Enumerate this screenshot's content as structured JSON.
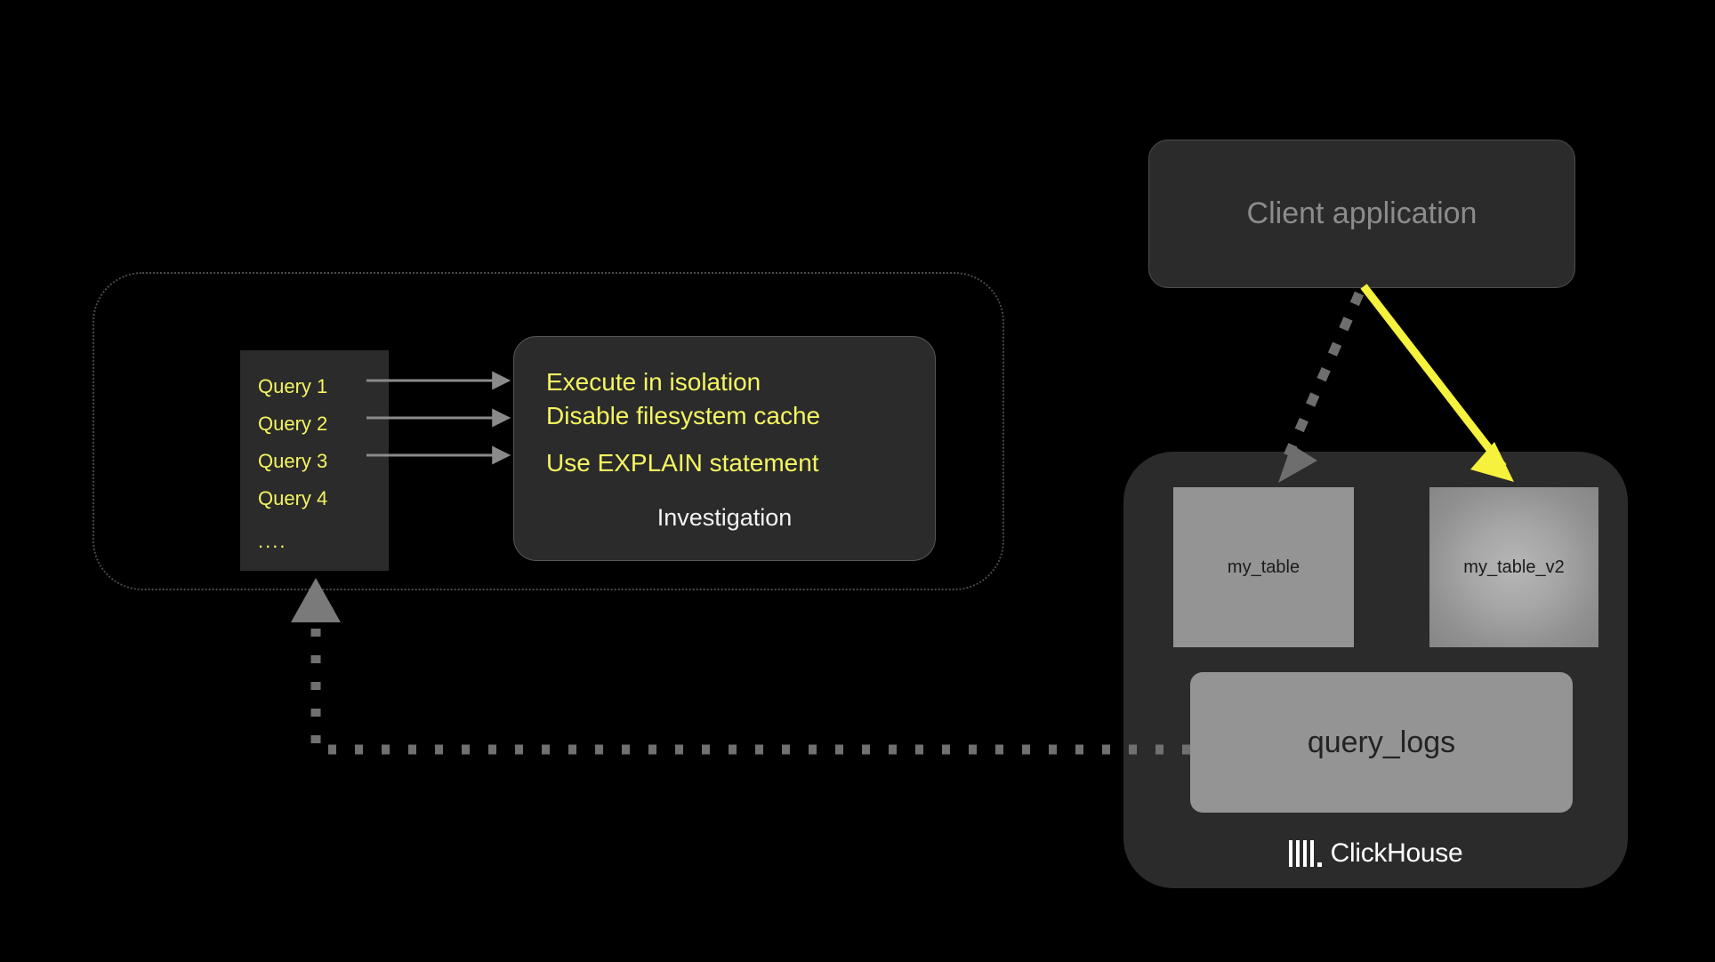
{
  "diagram": {
    "title": "ClickHouse query investigation diagram",
    "background_color": "#000000"
  },
  "colors": {
    "accent_yellow": "#f5f562",
    "card_dark": "#2b2b2b",
    "table_gray": "#949494",
    "arrow_gray": "#8a8a8a",
    "dotted_border": "#4a4a4a",
    "text_white": "#f2f2f2",
    "text_muted": "#8c8c8c"
  },
  "investigation_container": {
    "border_style": "dotted"
  },
  "query_list": {
    "items": [
      {
        "label": "Query 1"
      },
      {
        "label": "Query 2"
      },
      {
        "label": "Query 3"
      },
      {
        "label": "Query 4"
      }
    ],
    "ellipsis": "...."
  },
  "investigation_card": {
    "lines": [
      "Execute in isolation",
      "Disable filesystem cache",
      "Use EXPLAIN statement"
    ],
    "label": "Investigation"
  },
  "client_application": {
    "label": "Client application"
  },
  "clickhouse_panel": {
    "tables": [
      {
        "name": "my_table"
      },
      {
        "name": "my_table_v2"
      }
    ],
    "logs_table": {
      "name": "query_logs"
    },
    "brand": {
      "name": "ClickHouse",
      "logo_bars": 4
    }
  },
  "arrows": [
    {
      "name": "query-1-to-investigation",
      "style": "solid",
      "color": "#8a8a8a"
    },
    {
      "name": "query-2-to-investigation",
      "style": "solid",
      "color": "#8a8a8a"
    },
    {
      "name": "query-3-to-investigation",
      "style": "solid",
      "color": "#8a8a8a"
    },
    {
      "name": "client-to-my-table",
      "style": "dotted",
      "color": "#6e6e6e"
    },
    {
      "name": "client-to-my-table-v2",
      "style": "solid",
      "color": "#f5f13c"
    },
    {
      "name": "query-logs-to-query-list",
      "style": "dotted",
      "color": "#707070"
    }
  ]
}
